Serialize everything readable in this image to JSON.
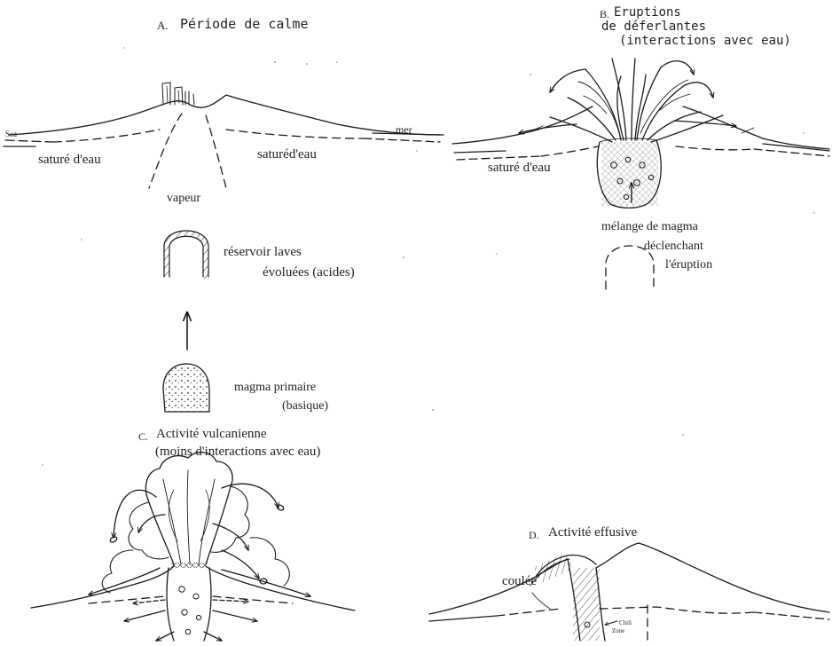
{
  "panels": {
    "A": {
      "title_letter": "A.",
      "title": "Période de calme",
      "sea_left": "Sea",
      "sea_right": "mer",
      "saturated_left": "saturé d'eau",
      "saturated_right": "saturéd'eau",
      "vapour": "vapeur",
      "reservoir_line1": "réservoir laves",
      "reservoir_line2": "évoluées (acides)",
      "primary_line1": "magma primaire",
      "primary_line2": "(basique)"
    },
    "B": {
      "title_letter": "B.",
      "title_line1": "Eruptions",
      "title_line2": "de déferlantes",
      "title_line3": "(interactions avec eau)",
      "saturated": "saturé d'eau",
      "mix_line1": "mélange de magma",
      "mix_line2": "déclenchant",
      "mix_line3": "l'éruption"
    },
    "C": {
      "title_letter": "C.",
      "title_line1": "Activité vulcanienne",
      "title_line2": "(moins d'interactions avec eau)"
    },
    "D": {
      "title_letter": "D.",
      "title": "Activité effusive",
      "flow": "coulée",
      "chill_line1": "Chill",
      "chill_line2": "Zone"
    }
  },
  "colors": {
    "ink": "#1a1a1a",
    "paper": "#ffffff"
  }
}
